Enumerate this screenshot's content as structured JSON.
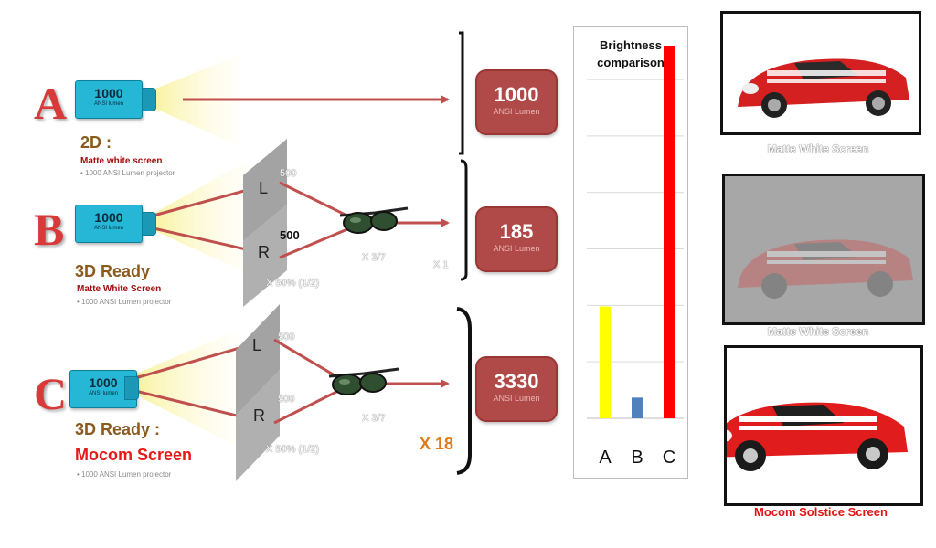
{
  "rows": [
    {
      "letter": "A",
      "projector_lumen": "1000",
      "projector_unit": "ANSI lumen",
      "title": "2D :",
      "screen": "Matte white screen",
      "note": "• 1000 ANSI Lumen projector",
      "result_value": "1000",
      "result_unit": "ANSI Lumen"
    },
    {
      "letter": "B",
      "projector_lumen": "1000",
      "projector_unit": "ANSI lumen",
      "title": "3D Ready",
      "screen": "Matte White Screen",
      "note": "• 1000 ANSI Lumen projector",
      "left_label": "L",
      "right_label": "R",
      "left_value": "500",
      "right_value": "500",
      "polarizer_factor": "X 50% (1/2)",
      "glasses_factor": "X 3/7",
      "gain_factor": "X 1",
      "result_value": "185",
      "result_unit": "ANSI Lumen"
    },
    {
      "letter": "C",
      "projector_lumen": "1000",
      "projector_unit": "ANSI lumen",
      "title": "3D Ready :",
      "screen": "Mocom Screen",
      "note": "• 1000 ANSI Lumen projector",
      "left_label": "L",
      "right_label": "R",
      "left_value": "500",
      "right_value": "500",
      "polarizer_factor": "X 50% (1/2)",
      "glasses_factor": "X 3/7",
      "gain_factor": "X 18",
      "result_value": "3330",
      "result_unit": "ANSI Lumen"
    }
  ],
  "colors": {
    "arrow": "#c0504d",
    "projector": "#26b6d6",
    "result_box": "#b04a48",
    "letter": "#d83a3a",
    "bar_a": "#ffff00",
    "bar_b": "#4f81bd",
    "bar_c": "#ff0000"
  },
  "chart_data": {
    "type": "bar",
    "title": "Brightness comparison",
    "categories": [
      "A",
      "B",
      "C"
    ],
    "values": [
      1000,
      185,
      3330
    ],
    "ylim": [
      0,
      3330
    ],
    "grid": true,
    "legend": "none",
    "colors": [
      "#ffff00",
      "#4f81bd",
      "#ff0000"
    ]
  },
  "pictures": [
    {
      "caption": "Matte White Screen",
      "subject": "red-sports-car",
      "dimmed": false
    },
    {
      "caption": "Matte White Screen",
      "subject": "red-sports-car",
      "dimmed": true
    },
    {
      "caption": "Mocom Solstice Screen",
      "subject": "red-sports-car",
      "dimmed": false
    }
  ]
}
